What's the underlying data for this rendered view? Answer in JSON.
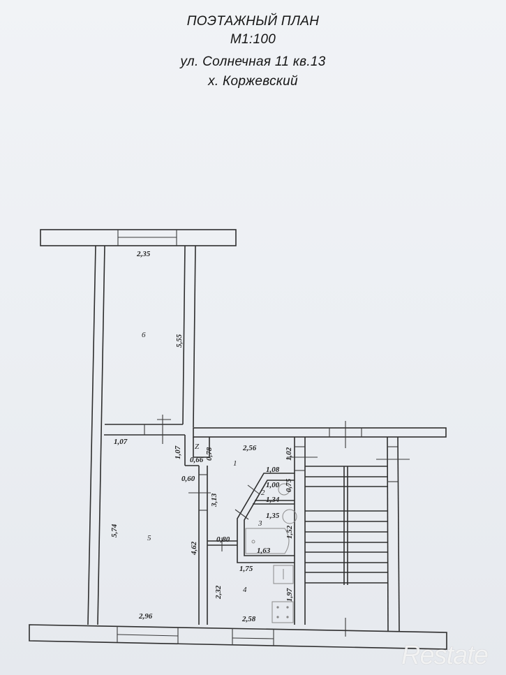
{
  "header": {
    "title": "ПОЭТАЖНЫЙ ПЛАН",
    "scale": "М1:100",
    "address": "ул. Солнечная 11 кв.13",
    "locality": "х. Коржевский"
  },
  "rooms": [
    {
      "number": "1",
      "label": "1"
    },
    {
      "number": "2",
      "label": "2"
    },
    {
      "number": "3",
      "label": "3"
    },
    {
      "number": "4",
      "label": "4"
    },
    {
      "number": "5",
      "label": "5"
    },
    {
      "number": "6",
      "label": "6"
    },
    {
      "number": "Z",
      "label": "Z"
    }
  ],
  "dimensions": {
    "room6_width": "2,35",
    "room6_length": "5,55",
    "room5_top": "1,07",
    "room5_side_upper": "1,07",
    "room5_length": "5,74",
    "room5_width": "2,96",
    "room5_inner": "4,62",
    "closet_width": "0,66",
    "closet_depth": "0,78",
    "hall_width": "2,56",
    "hall_side": "1,02",
    "hall_notch": "0,60",
    "hall_length": "3,13",
    "wc_top": "1,08",
    "wc_width": "1,00",
    "wc_depth": "0,75",
    "wc_bottom": "1,34",
    "bath_top": "1,35",
    "bath_depth": "1,52",
    "bath_width": "1,63",
    "door_width": "0,80",
    "kitchen_top": "1,75",
    "kitchen_left": "2,32",
    "kitchen_right": "1,97",
    "kitchen_width": "2,58"
  },
  "watermark": {
    "brand": "Restate"
  }
}
